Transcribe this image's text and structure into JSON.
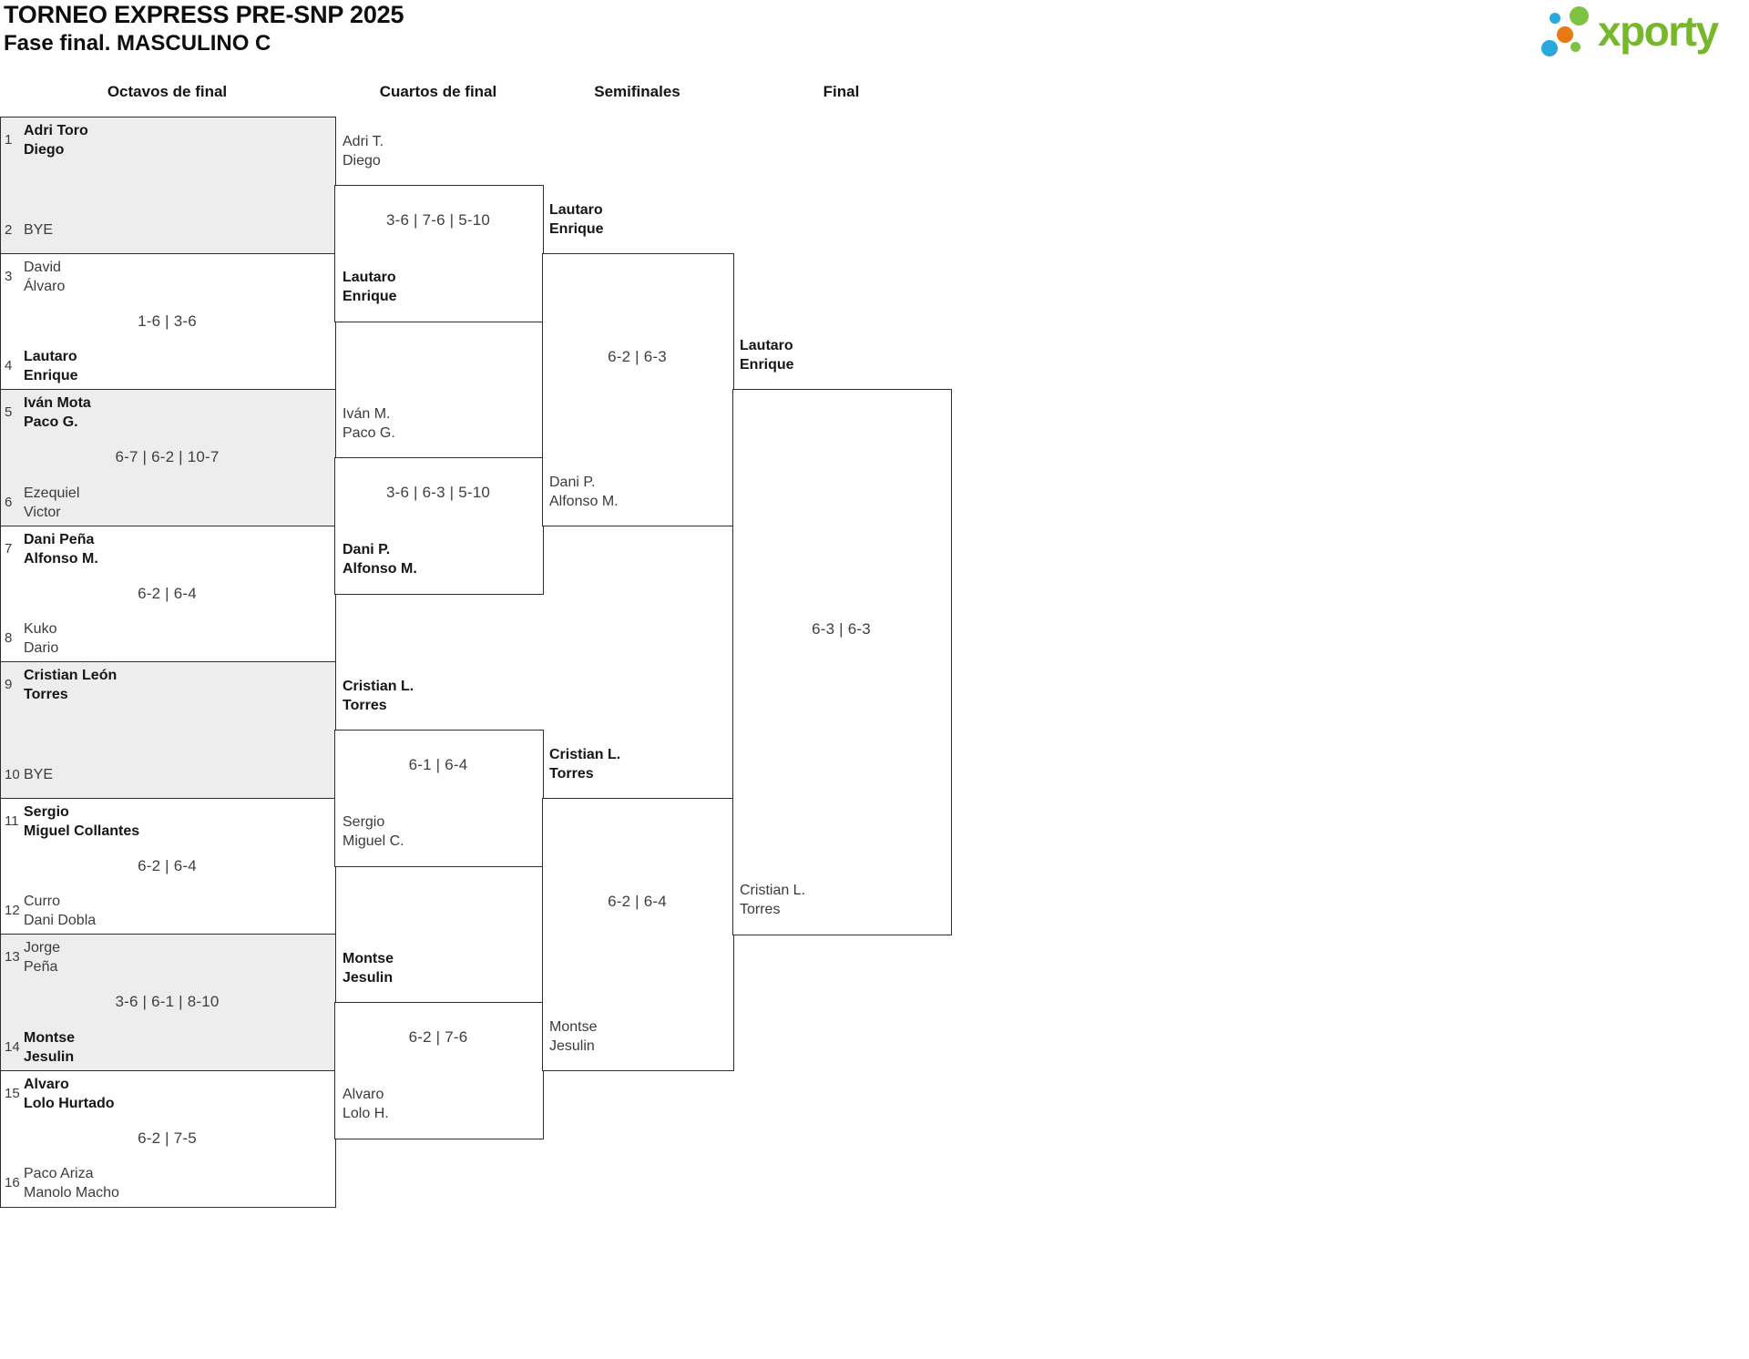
{
  "page": {
    "title": "TORNEO EXPRESS PRE-SNP 2025",
    "subtitle": "Fase final. MASCULINO C"
  },
  "logo": {
    "text": "xporty",
    "text_color": "#76b82a",
    "dot_colors": {
      "green": "#7dc242",
      "blue": "#29a8e0",
      "orange": "#e87a10"
    }
  },
  "round_headers": [
    "Octavos de final",
    "Cuartos de final",
    "Semifinales",
    "Final"
  ],
  "colors": {
    "box_border": "#2d2d2d",
    "box_gray_fill": "#ededed",
    "box_white_fill": "#ffffff",
    "winner_text": "#161616",
    "loser_text": "#3b3b3b",
    "score_text": "#3f3f3f"
  },
  "bracket": {
    "octavos": [
      {
        "score": "",
        "top": {
          "seed": "1",
          "lines": [
            "Adri Toro",
            "Diego"
          ],
          "winner": true
        },
        "bottom": {
          "seed": "2",
          "lines": [
            "BYE"
          ],
          "winner": false
        }
      },
      {
        "score": "1-6 | 3-6",
        "top": {
          "seed": "3",
          "lines": [
            "David",
            "Álvaro"
          ],
          "winner": false
        },
        "bottom": {
          "seed": "4",
          "lines": [
            "Lautaro",
            "Enrique"
          ],
          "winner": true
        }
      },
      {
        "score": "6-7 | 6-2 | 10-7",
        "top": {
          "seed": "5",
          "lines": [
            "Iván Mota",
            "Paco G."
          ],
          "winner": true
        },
        "bottom": {
          "seed": "6",
          "lines": [
            "Ezequiel",
            "Victor"
          ],
          "winner": false
        }
      },
      {
        "score": "6-2 | 6-4",
        "top": {
          "seed": "7",
          "lines": [
            "Dani Peña",
            "Alfonso M."
          ],
          "winner": true
        },
        "bottom": {
          "seed": "8",
          "lines": [
            "Kuko",
            "Dario"
          ],
          "winner": false
        }
      },
      {
        "score": "",
        "top": {
          "seed": "9",
          "lines": [
            "Cristian León",
            "Torres"
          ],
          "winner": true
        },
        "bottom": {
          "seed": "10",
          "lines": [
            "BYE"
          ],
          "winner": false
        }
      },
      {
        "score": "6-2 | 6-4",
        "top": {
          "seed": "11",
          "lines": [
            "Sergio",
            "Miguel Collantes"
          ],
          "winner": true
        },
        "bottom": {
          "seed": "12",
          "lines": [
            "Curro",
            "Dani Dobla"
          ],
          "winner": false
        }
      },
      {
        "score": "3-6 | 6-1 | 8-10",
        "top": {
          "seed": "13",
          "lines": [
            "Jorge",
            "Peña"
          ],
          "winner": false
        },
        "bottom": {
          "seed": "14",
          "lines": [
            "Montse",
            "Jesulin"
          ],
          "winner": true
        }
      },
      {
        "score": "6-2 | 7-5",
        "top": {
          "seed": "15",
          "lines": [
            "Alvaro",
            "Lolo Hurtado"
          ],
          "winner": true
        },
        "bottom": {
          "seed": "16",
          "lines": [
            "Paco Ariza",
            "Manolo Macho"
          ],
          "winner": false
        }
      }
    ],
    "cuartos": [
      {
        "score": "3-6 | 7-6 | 5-10",
        "top": {
          "lines": [
            "Adri T.",
            "Diego"
          ],
          "winner": false
        },
        "bottom": {
          "lines": [
            "Lautaro",
            "Enrique"
          ],
          "winner": true
        }
      },
      {
        "score": "3-6 | 6-3 | 5-10",
        "top": {
          "lines": [
            "Iván M.",
            "Paco G."
          ],
          "winner": false
        },
        "bottom": {
          "lines": [
            "Dani P.",
            "Alfonso M."
          ],
          "winner": true
        }
      },
      {
        "score": "6-1 | 6-4",
        "top": {
          "lines": [
            "Cristian L.",
            "Torres"
          ],
          "winner": true
        },
        "bottom": {
          "lines": [
            "Sergio",
            "Miguel C."
          ],
          "winner": false
        }
      },
      {
        "score": "6-2 | 7-6",
        "top": {
          "lines": [
            "Montse",
            "Jesulin"
          ],
          "winner": true
        },
        "bottom": {
          "lines": [
            "Alvaro",
            "Lolo H."
          ],
          "winner": false
        }
      }
    ],
    "semifinales": [
      {
        "score": "6-2 | 6-3",
        "top": {
          "lines": [
            "Lautaro",
            "Enrique"
          ],
          "winner": true
        },
        "bottom": {
          "lines": [
            "Dani P.",
            "Alfonso M."
          ],
          "winner": false
        }
      },
      {
        "score": "6-2 | 6-4",
        "top": {
          "lines": [
            "Cristian L.",
            "Torres"
          ],
          "winner": true
        },
        "bottom": {
          "lines": [
            "Montse",
            "Jesulin"
          ],
          "winner": false
        }
      }
    ],
    "final": [
      {
        "score": "6-3 | 6-3",
        "top": {
          "lines": [
            "Lautaro",
            "Enrique"
          ],
          "winner": true
        },
        "bottom": {
          "lines": [
            "Cristian L.",
            "Torres"
          ],
          "winner": false
        }
      }
    ]
  }
}
